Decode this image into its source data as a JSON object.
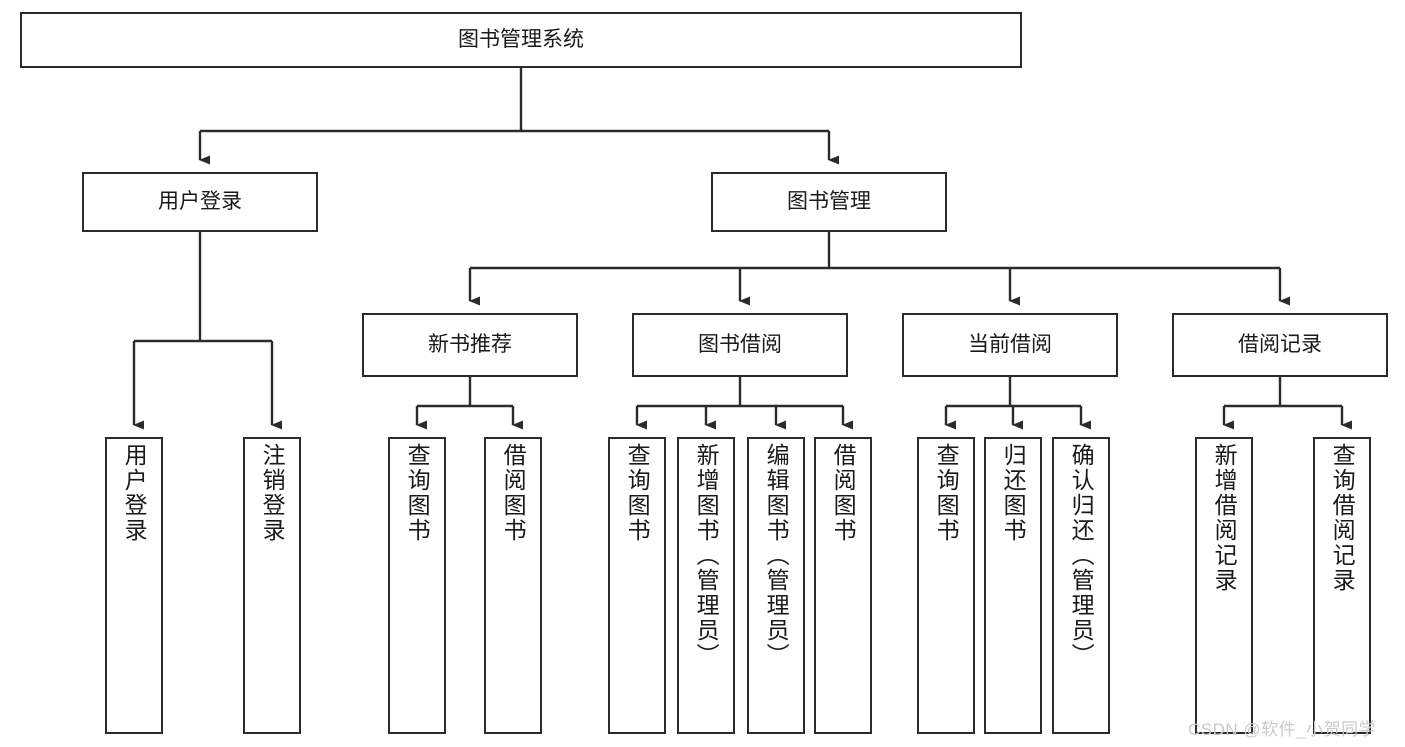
{
  "diagram": {
    "title": "图书管理系统",
    "type": "hierarchy-tree",
    "watermark": "CSDN @软件_小贺同学",
    "colors": {
      "stroke": "#2b2b2b",
      "fill": "#ffffff",
      "text": "#1a1a1a",
      "watermark": "#c9c9c9"
    },
    "nodes": {
      "root": {
        "label": "图书管理系统"
      },
      "level2": [
        {
          "id": "user-login",
          "label": "用户登录"
        },
        {
          "id": "book-management",
          "label": "图书管理"
        }
      ],
      "level3": [
        {
          "id": "new-book-recommend",
          "label": "新书推荐"
        },
        {
          "id": "book-borrow",
          "label": "图书借阅"
        },
        {
          "id": "current-borrow",
          "label": "当前借阅"
        },
        {
          "id": "borrow-record",
          "label": "借阅记录"
        }
      ],
      "leaves": {
        "user-login": [
          {
            "id": "leaf-user-login",
            "label": "用户登录"
          },
          {
            "id": "leaf-logout",
            "label": "注销登录"
          }
        ],
        "new-book-recommend": [
          {
            "id": "leaf-query-book-1",
            "label": "查询图书"
          },
          {
            "id": "leaf-borrow-book-1",
            "label": "借阅图书"
          }
        ],
        "book-borrow": [
          {
            "id": "leaf-query-book-2",
            "label": "查询图书"
          },
          {
            "id": "leaf-add-book",
            "label": "新增图书（管理员）"
          },
          {
            "id": "leaf-edit-book",
            "label": "编辑图书（管理员）"
          },
          {
            "id": "leaf-borrow-book-2",
            "label": "借阅图书"
          }
        ],
        "current-borrow": [
          {
            "id": "leaf-query-book-3",
            "label": "查询图书"
          },
          {
            "id": "leaf-return-book",
            "label": "归还图书"
          },
          {
            "id": "leaf-confirm-return",
            "label": "确认归还（管理员）"
          }
        ],
        "borrow-record": [
          {
            "id": "leaf-add-record",
            "label": "新增借阅记录"
          },
          {
            "id": "leaf-query-record",
            "label": "查询借阅记录"
          }
        ]
      }
    }
  }
}
